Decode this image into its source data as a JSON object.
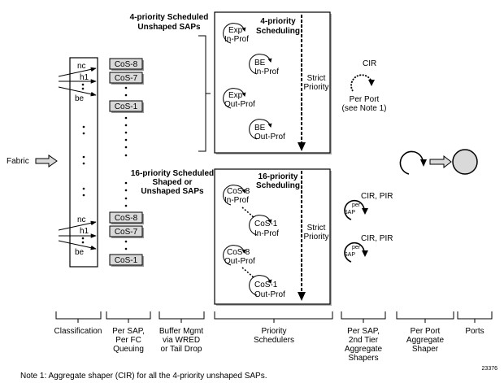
{
  "figure_id": "23376",
  "note": "Note 1: Aggregate shaper (CIR) for all the 4-priority unshaped SAPs.",
  "colors": {
    "fill_gray": "#d9d9d9",
    "shadow_gray": "#9a9a9a",
    "line": "#000000"
  },
  "input": {
    "label": "Fabric"
  },
  "classification": {
    "top": [
      "nc",
      "h1",
      "be"
    ],
    "bottom": [
      "nc",
      "h1",
      "be"
    ]
  },
  "queues": {
    "top": [
      "CoS-8",
      "CoS-7",
      "CoS-1"
    ],
    "bottom": [
      "CoS-8",
      "CoS-7",
      "CoS-1"
    ]
  },
  "groups": {
    "four_priority": {
      "line1": "4-priority Scheduled",
      "line2": "Unshaped SAPs"
    },
    "sixteen_priority": {
      "line1": "16-priority Scheduled",
      "line2": "Shaped or",
      "line3": "Unshaped SAPs"
    }
  },
  "scheduler_4": {
    "title1": "4-priority",
    "title2": "Scheduling",
    "strict1": "Strict",
    "strict2": "Priority",
    "queues": [
      {
        "l1": "Exp",
        "l2": "In-Prof"
      },
      {
        "l1": "BE",
        "l2": "In-Prof"
      },
      {
        "l1": "Exp",
        "l2": "Out-Prof"
      },
      {
        "l1": "BE",
        "l2": "Out-Prof"
      }
    ]
  },
  "scheduler_16": {
    "title1": "16-priority",
    "title2": "Scheduling",
    "strict1": "Strict",
    "strict2": "Priority",
    "queues": [
      {
        "l1": "CoS-8",
        "l2": "In-Prof"
      },
      {
        "l1": "CoS-1",
        "l2": "In-Prof"
      },
      {
        "l1": "CoS-8",
        "l2": "Out-Prof"
      },
      {
        "l1": "CoS-1",
        "l2": "Out-Prof"
      }
    ]
  },
  "per_port_cir": {
    "label": "CIR",
    "line1": "Per Port",
    "line2": "(see Note 1)"
  },
  "sap_shapers": [
    {
      "inner1": "per",
      "inner2": "SAP",
      "label": "CIR, PIR"
    },
    {
      "inner1": "per",
      "inner2": "SAP",
      "label": "CIR, PIR"
    }
  ],
  "stages": [
    {
      "lines": [
        "Classification"
      ]
    },
    {
      "lines": [
        "Per SAP,",
        "Per FC",
        "Queuing"
      ]
    },
    {
      "lines": [
        "Buffer Mgmt",
        "via WRED",
        "or Tail Drop"
      ]
    },
    {
      "lines": [
        "Priority",
        "Schedulers"
      ]
    },
    {
      "lines": [
        "Per SAP,",
        "2nd Tier",
        "Aggregate",
        "Shapers"
      ]
    },
    {
      "lines": [
        "Per Port",
        "Aggregate",
        "Shaper"
      ]
    },
    {
      "lines": [
        "Ports"
      ]
    }
  ]
}
